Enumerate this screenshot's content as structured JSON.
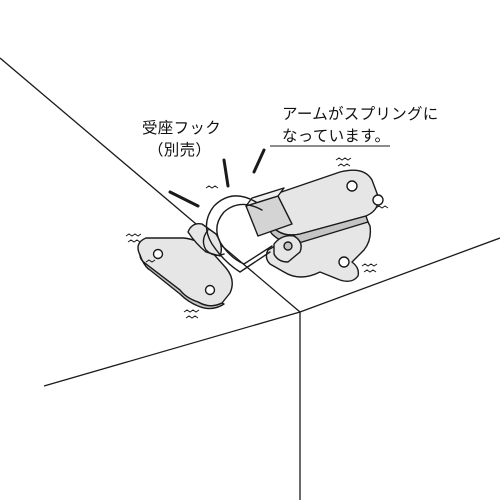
{
  "labels": {
    "hook_line1": "受座フック",
    "hook_line2": "（別売）",
    "arm_line1": "アームがスプリングに",
    "arm_line2": "なっています。"
  },
  "colors": {
    "outline": "#1a1a1a",
    "metal_fill": "#e6e6e6",
    "metal_shade": "#c4c4c4",
    "background": "#ffffff"
  }
}
